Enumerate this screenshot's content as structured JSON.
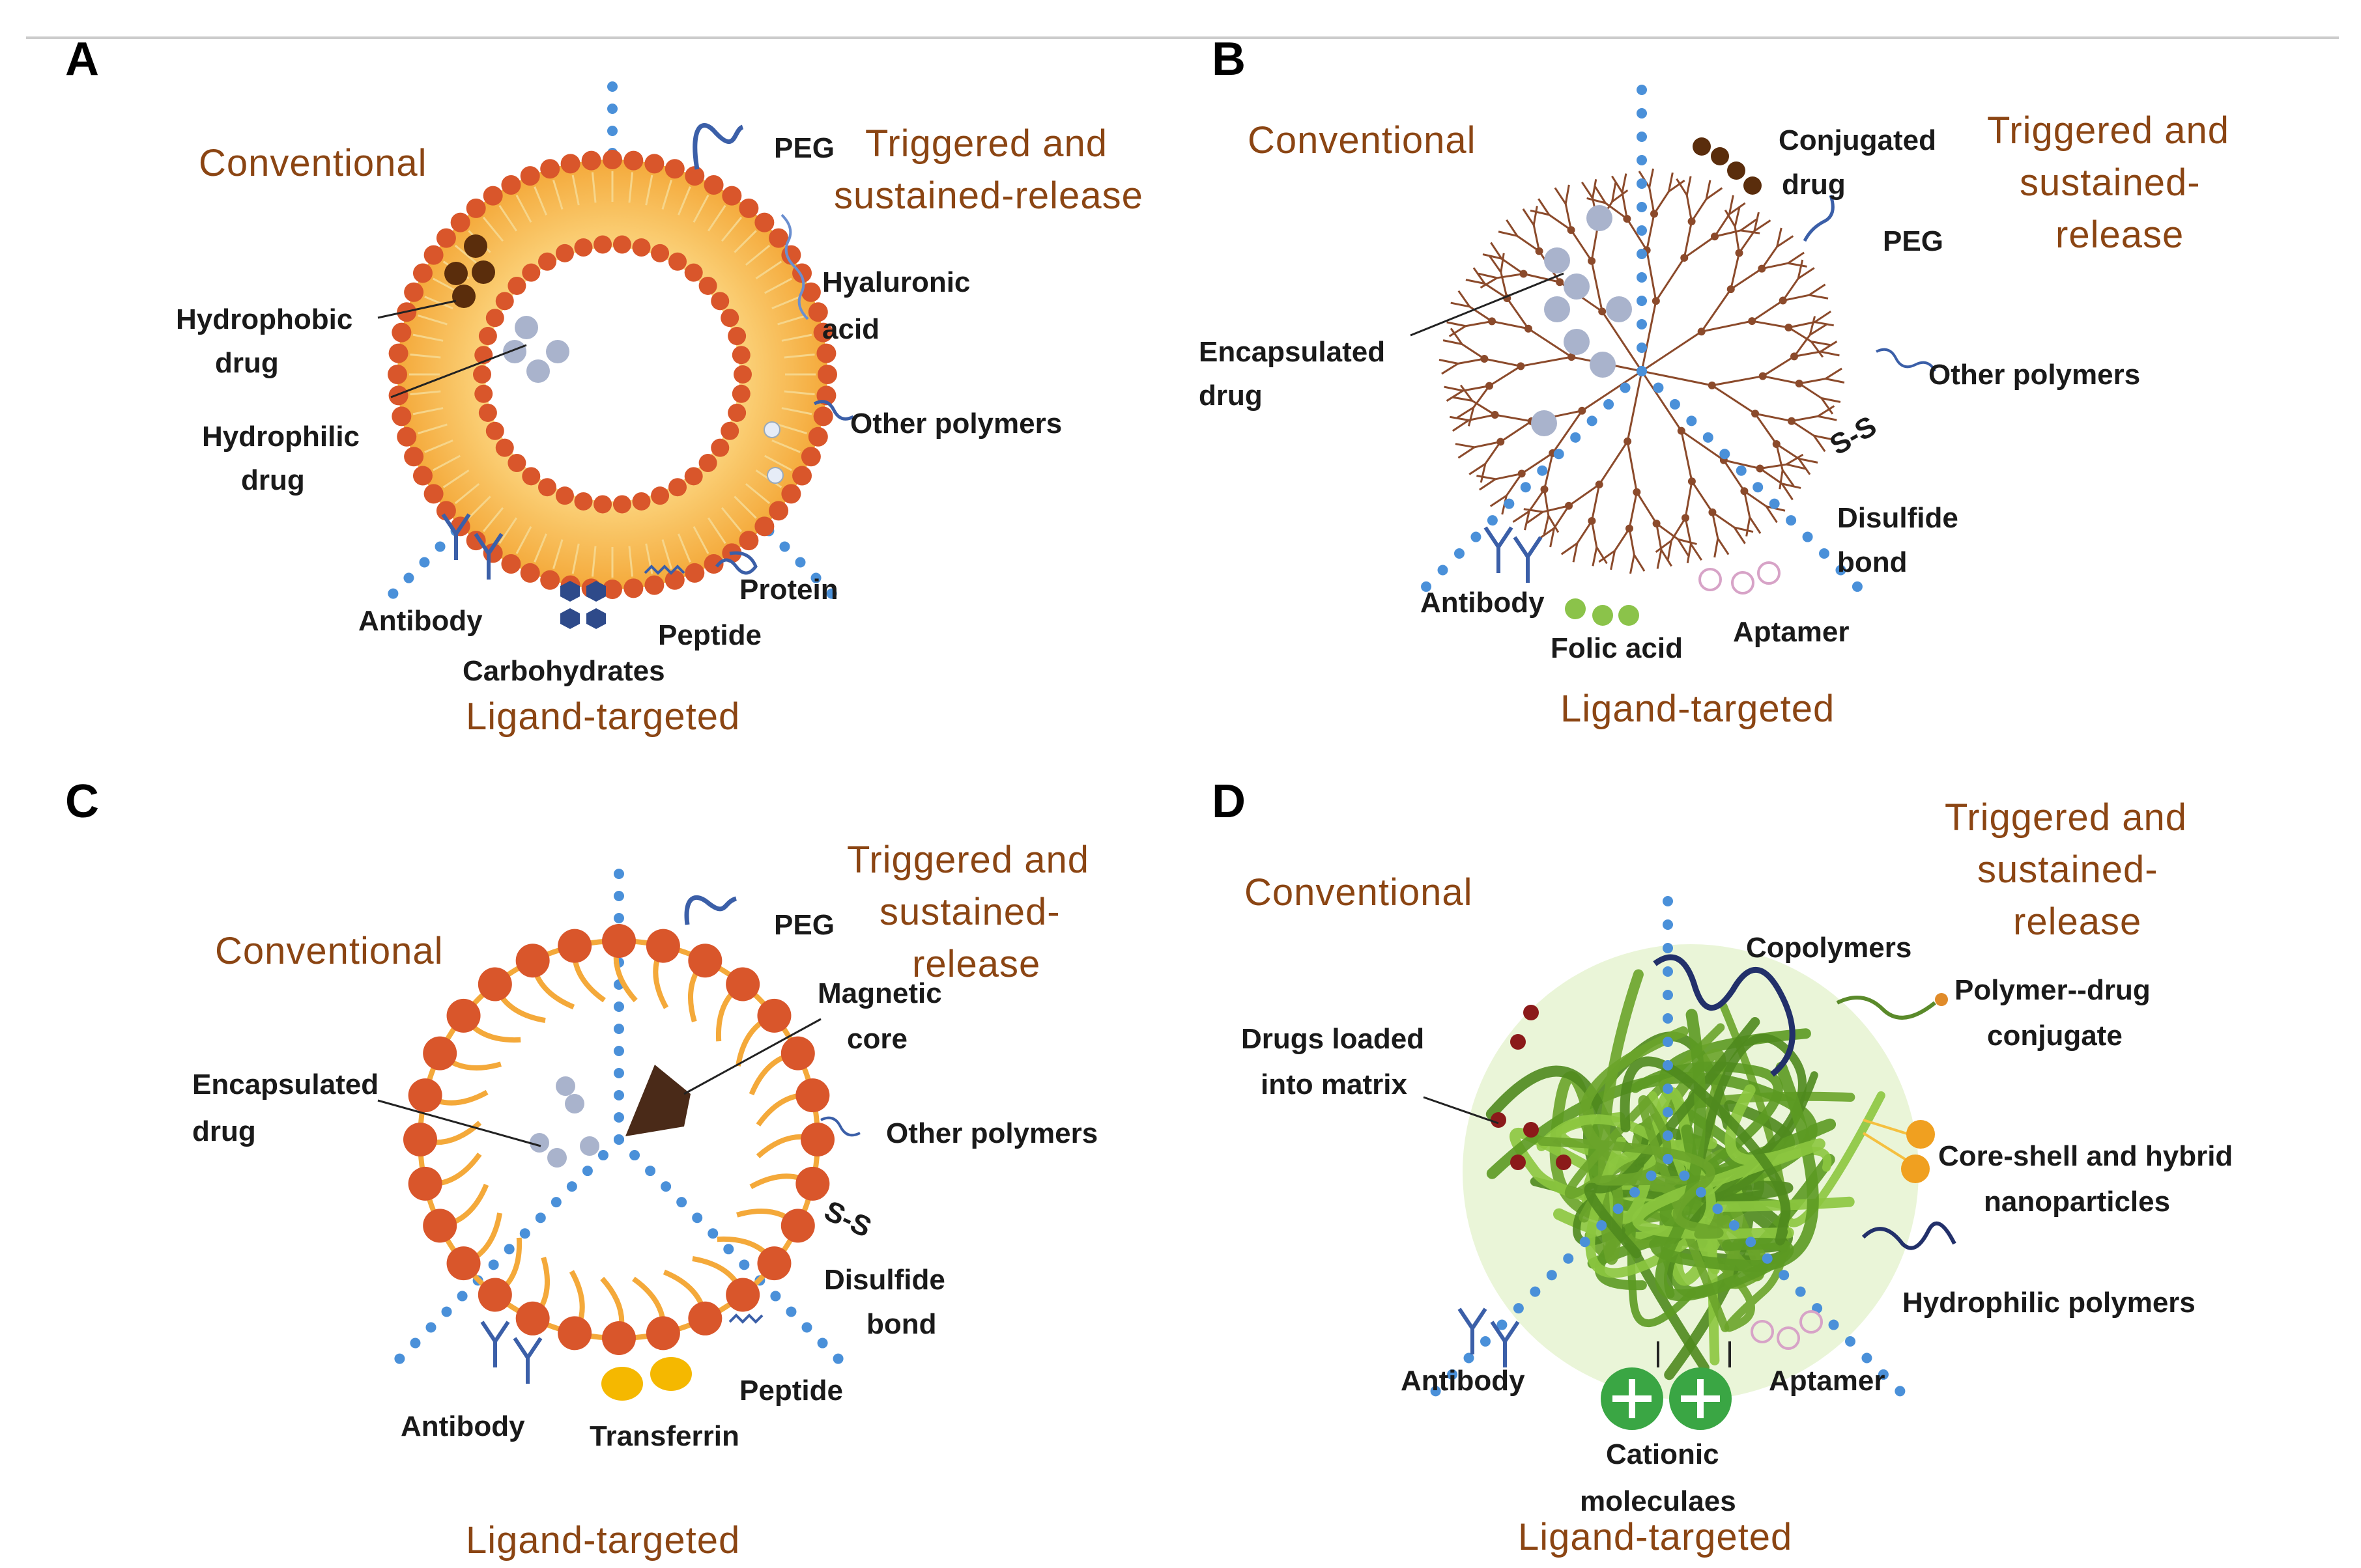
{
  "panels": [
    {
      "letter": "A",
      "categories": {
        "conventional": "Conventional",
        "triggered_1": "Triggered and",
        "triggered_2": "sustained-release",
        "triggered_3": "",
        "ligand": "Ligand-targeted"
      },
      "labels": {
        "hydrophobic_1": "Hydrophobic",
        "hydrophobic_2": "drug",
        "hydrophilic_1": "Hydrophilic",
        "hydrophilic_2": "drug",
        "peg": "PEG",
        "hyaluronic_1": "Hyaluronic",
        "hyaluronic_2": "acid",
        "other_polymers": "Other polymers",
        "protein": "Protein",
        "peptide": "Peptide",
        "carbohydrates": "Carbohydrates",
        "antibody": "Antibody"
      }
    },
    {
      "letter": "B",
      "categories": {
        "conventional": "Conventional",
        "triggered_1": "Triggered and",
        "triggered_2": "sustained-",
        "triggered_3": "release",
        "ligand": "Ligand-targeted"
      },
      "labels": {
        "conjugated_1": "Conjugated",
        "conjugated_2": "drug",
        "peg": "PEG",
        "encapsulated_1": "Encapsulated",
        "encapsulated_2": "drug",
        "other_polymers": "Other polymers",
        "disulfide_1": "Disulfide",
        "disulfide_2": "bond",
        "antibody": "Antibody",
        "folic_acid": "Folic acid",
        "aptamer": "Aptamer",
        "ss": "S-S"
      }
    },
    {
      "letter": "C",
      "categories": {
        "conventional": "Conventional",
        "triggered_1": "Triggered and",
        "triggered_2": "sustained-",
        "triggered_3": "release",
        "ligand": "Ligand-targeted"
      },
      "labels": {
        "peg": "PEG",
        "magnetic_1": "Magnetic",
        "magnetic_2": "core",
        "encapsulated_1": "Encapsulated",
        "encapsulated_2": "drug",
        "other_polymers": "Other polymers",
        "disulfide_1": "Disulfide",
        "disulfide_2": "bond",
        "peptide": "Peptide",
        "antibody": "Antibody",
        "transferrin": "Transferrin",
        "ss": "S-S"
      }
    },
    {
      "letter": "D",
      "categories": {
        "conventional": "Conventional",
        "triggered_1": "Triggered and",
        "triggered_2": "sustained-",
        "triggered_3": "release",
        "ligand": "Ligand-targeted"
      },
      "labels": {
        "copolymers": "Copolymers",
        "drugs_loaded_1": "Drugs loaded",
        "drugs_loaded_2": "into matrix",
        "polymer_drug_1": "Polymer--drug",
        "polymer_drug_2": "conjugate",
        "core_shell_1": "Core-shell and hybrid",
        "core_shell_2": "nanoparticles",
        "hydrophilic_polymers": "Hydrophilic polymers",
        "antibody": "Antibody",
        "aptamer": "Aptamer",
        "cationic_1": "Cationic",
        "cationic_2": "moleculaes"
      }
    }
  ],
  "colors": {
    "category_text": "#8b4513",
    "lipid_head": "#d9562b",
    "lipid_tail": "#f6b73c",
    "dotted_axis": "#4a90d9",
    "dendrimer": "#8b4a2b",
    "polymer_green": "#6aa42a",
    "ligand_blue": "#3b5fa8",
    "cationic_green": "#3aa644"
  }
}
